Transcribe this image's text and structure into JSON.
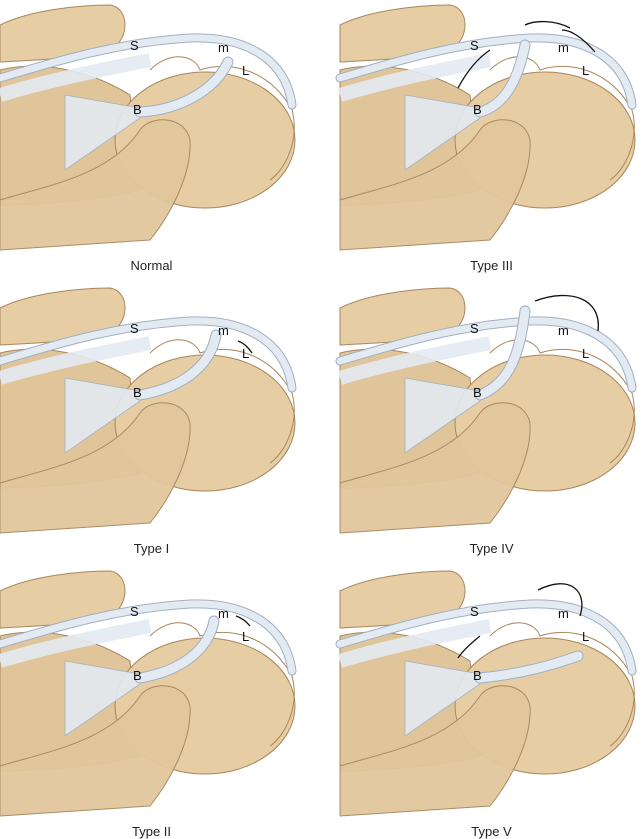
{
  "figure": {
    "panels": [
      {
        "caption": "Normal",
        "labels": {
          "S": "S",
          "m": "m",
          "L": "L",
          "B": "B"
        }
      },
      {
        "caption": "Type III",
        "labels": {
          "S": "S",
          "m": "m",
          "L": "L",
          "B": "B"
        }
      },
      {
        "caption": "Type I",
        "labels": {
          "S": "S",
          "m": "m",
          "L": "L",
          "B": "B"
        }
      },
      {
        "caption": "Type IV",
        "labels": {
          "S": "S",
          "m": "m",
          "L": "L",
          "B": "B"
        }
      },
      {
        "caption": "Type II",
        "labels": {
          "S": "S",
          "m": "m",
          "L": "L",
          "B": "B"
        }
      },
      {
        "caption": "Type V",
        "labels": {
          "S": "S",
          "m": "m",
          "L": "L",
          "B": "B"
        }
      }
    ],
    "colors": {
      "bone": "#e6cda3",
      "bone_stroke": "#a8865c",
      "ligament": "#e3eaf2",
      "ligament_stroke": "#9fb0c4"
    }
  }
}
